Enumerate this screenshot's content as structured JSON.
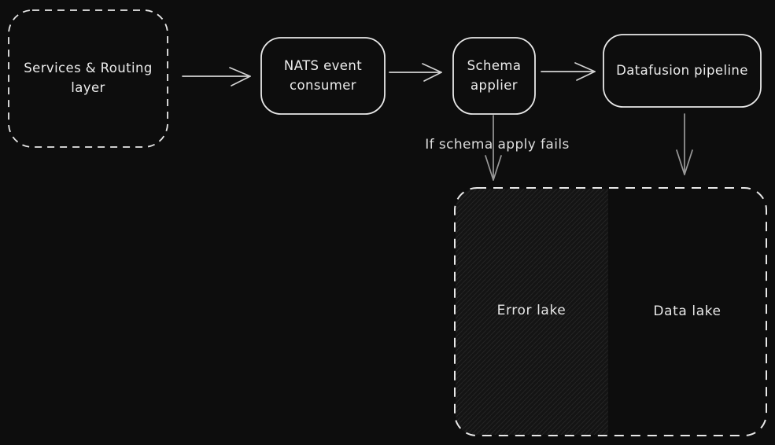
{
  "diagram": {
    "nodes": {
      "services_routing": {
        "label": "Services & Routing layer"
      },
      "nats_consumer": {
        "label": "NATS event consumer"
      },
      "schema_applier": {
        "label": "Schema applier"
      },
      "datafusion_pipeline": {
        "label": "Datafusion pipeline"
      },
      "error_lake": {
        "label": "Error lake"
      },
      "data_lake": {
        "label": "Data lake"
      }
    },
    "edge_labels": {
      "schema_fail": "If schema apply fails"
    },
    "colors": {
      "background": "#0d0d0d",
      "stroke": "#e8e8e8",
      "text": "#ececec",
      "arrow": "#d2d2d2",
      "muted_arrow": "#999999"
    }
  }
}
